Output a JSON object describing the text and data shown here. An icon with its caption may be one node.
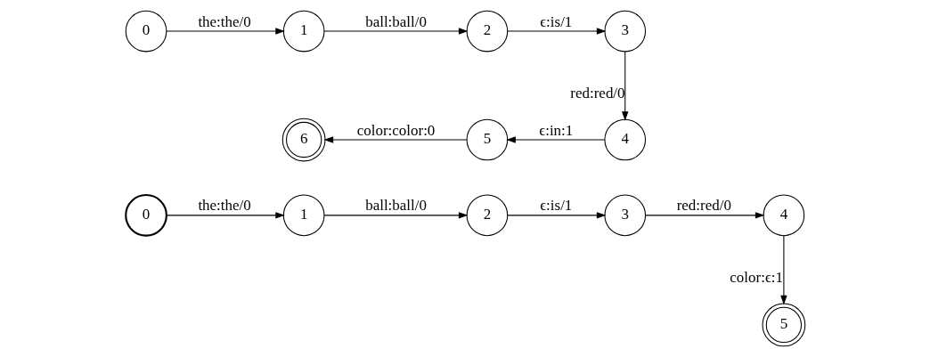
{
  "diagram": {
    "nodes": [
      {
        "text": [
          "0"
        ]
      },
      {
        "text": [
          "1"
        ]
      },
      {
        "text": [
          "2"
        ]
      },
      {
        "text": [
          "3"
        ]
      },
      {
        "text": [
          "4"
        ]
      },
      {
        "text": [
          "5"
        ]
      },
      {
        "text": [
          "0"
        ]
      },
      {
        "text": [
          "1"
        ]
      },
      {
        "text": [
          "2"
        ]
      },
      {
        "text": [
          "3"
        ]
      },
      {
        "text": [
          "4"
        ]
      },
      {
        "text": [
          "5"
        ]
      },
      {
        "text": [
          "6"
        ]
      }
    ],
    "edges": [
      {
        "from": 0,
        "to": 1,
        "arrow": "to",
        "label": "the:the/0"
      },
      {
        "from": 1,
        "to": 2,
        "arrow": "to",
        "label": "ball:ball/0"
      },
      {
        "from": 2,
        "to": 3,
        "arrow": "to",
        "label": "ϵ:is/1"
      },
      {
        "from": 3,
        "to": 4,
        "arrow": "to",
        "label": "red:red/0"
      },
      {
        "from": 4,
        "to": 5,
        "arrow": "to",
        "label": "color:ϵ:1"
      },
      {
        "from": 6,
        "to": 7,
        "arrow": "to",
        "label": "the:the/0"
      },
      {
        "from": 7,
        "to": 8,
        "arrow": "to",
        "label": "ball:ball/0"
      },
      {
        "from": 8,
        "to": 9,
        "arrow": "to",
        "label": "ϵ:is/1"
      },
      {
        "from": 9,
        "to": 10,
        "arrow": "to",
        "label": "red:red/0"
      },
      {
        "from": 10,
        "to": 11,
        "arrow": "to",
        "label": "ϵ:in:1"
      },
      {
        "from": 11,
        "to": 12,
        "arrow": "to",
        "label": "color:color:0"
      }
    ]
  }
}
